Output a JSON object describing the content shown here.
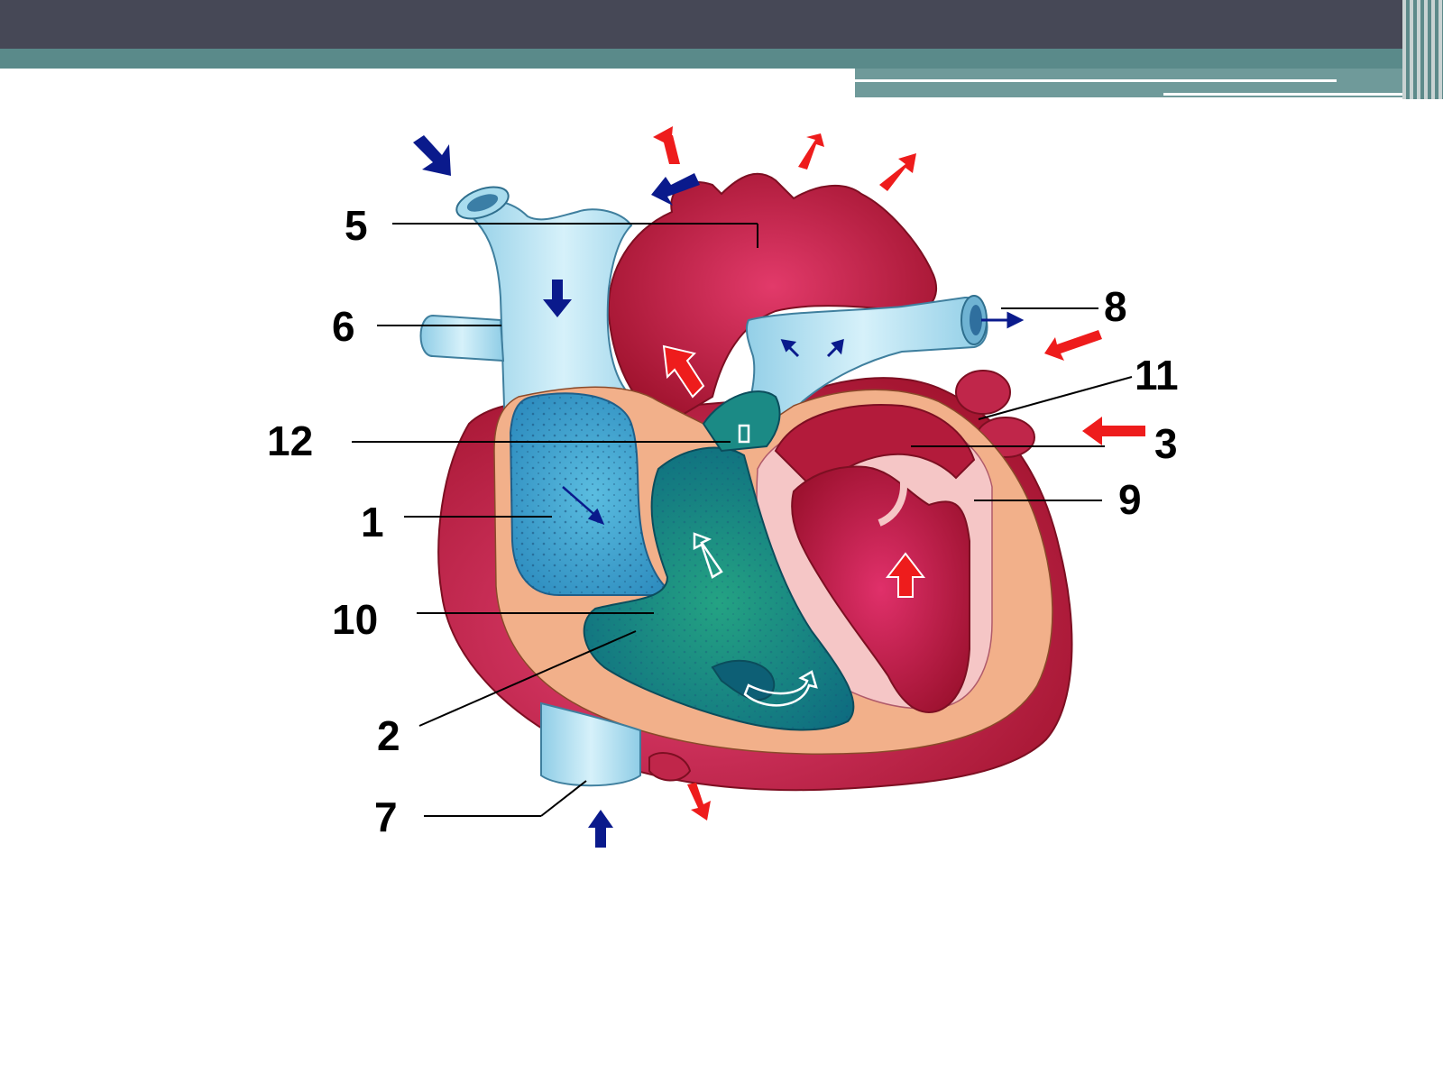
{
  "labels": {
    "l1": "1",
    "l2": "2",
    "l3": "3",
    "l5": "5",
    "l6": "6",
    "l7": "7",
    "l8": "8",
    "l9": "9",
    "l10": "10",
    "l11": "11",
    "l12": "12"
  },
  "colors": {
    "header_dark": "#464856",
    "header_teal": "#5a8a8a",
    "vein_blue": "#a9dcee",
    "deoxygenated_chamber": "#1e8d96",
    "oxygenated_chamber": "#b31b3b",
    "wall_peach": "#f2b08a",
    "arrow_blue": "#0a1a8c",
    "arrow_red": "#ee1c1c"
  },
  "icons": {
    "blood_flow_arrow_deoxygenated": "arrow-blue",
    "blood_flow_arrow_oxygenated": "arrow-red"
  }
}
